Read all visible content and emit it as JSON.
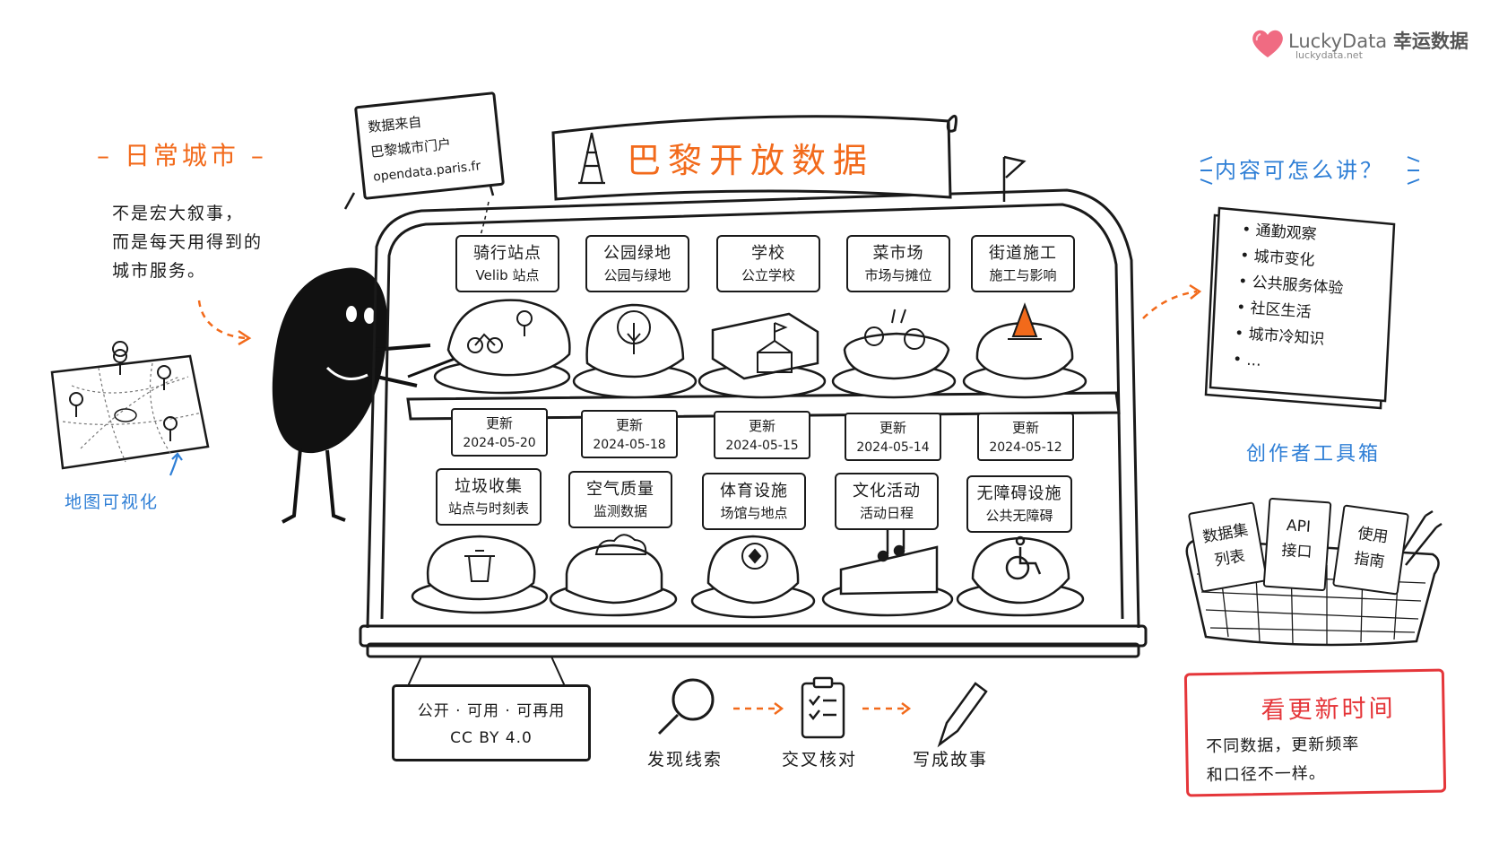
{
  "logo": {
    "name": "LuckyData",
    "name_cn": "幸运数据",
    "url": "luckydata.net"
  },
  "left": {
    "title": "日常城市",
    "desc_lines": [
      "不是宏大叙事，",
      "而是每天用得到的",
      "城市服务。"
    ],
    "map_label": "地图可视化"
  },
  "source": {
    "lines": [
      "数据来自",
      "巴黎城市门户",
      "opendata.paris.fr"
    ]
  },
  "banner": {
    "title": "巴黎开放数据"
  },
  "top_row": [
    {
      "title": "骑行站点",
      "sub": "Velib 站点",
      "updated": "更新",
      "date": "2024-05-20",
      "icon": "bicycle-pin-croissant"
    },
    {
      "title": "公园绿地",
      "sub": "公园与绿地",
      "updated": "更新",
      "date": "2024-05-18",
      "icon": "tree-tart"
    },
    {
      "title": "学校",
      "sub": "公立学校",
      "updated": "更新",
      "date": "2024-05-15",
      "icon": "school-cake"
    },
    {
      "title": "菜市场",
      "sub": "市场与摊位",
      "updated": "更新",
      "date": "2024-05-14",
      "icon": "vegetable-tart"
    },
    {
      "title": "街道施工",
      "sub": "施工与影响",
      "updated": "更新",
      "date": "2024-05-12",
      "icon": "traffic-cone-cake"
    }
  ],
  "bottom_row": [
    {
      "title": "垃圾收集",
      "sub": "站点与时刻表",
      "icon": "trash-bin-bread"
    },
    {
      "title": "空气质量",
      "sub": "监测数据",
      "icon": "cloud-pie"
    },
    {
      "title": "体育设施",
      "sub": "场馆与地点",
      "icon": "football-cake"
    },
    {
      "title": "文化活动",
      "sub": "活动日程",
      "icon": "music-note-cake"
    },
    {
      "title": "无障碍设施",
      "sub": "公共无障碍",
      "icon": "wheelchair-cake"
    }
  ],
  "right": {
    "title": "内容可怎么讲？",
    "items": [
      "通勤观察",
      "城市变化",
      "公共服务体验",
      "社区生活",
      "城市冷知识",
      "..."
    ],
    "tools_title": "创作者工具箱",
    "tools": [
      {
        "lines": [
          "数据集",
          "列表"
        ]
      },
      {
        "lines": [
          "API",
          "接口"
        ]
      },
      {
        "lines": [
          "使用",
          "指南"
        ]
      }
    ]
  },
  "warning": {
    "title": "看更新时间",
    "lines": [
      "不同数据，更新频率",
      "和口径不一样。"
    ]
  },
  "license": {
    "lines": [
      "公开 · 可用 · 可再用",
      "CC BY 4.0"
    ]
  },
  "steps": [
    "发现线索",
    "交叉核对",
    "写成故事"
  ],
  "colors": {
    "accent": "#f26a1b",
    "blue": "#2f7fd6",
    "warning": "#e5363a"
  }
}
